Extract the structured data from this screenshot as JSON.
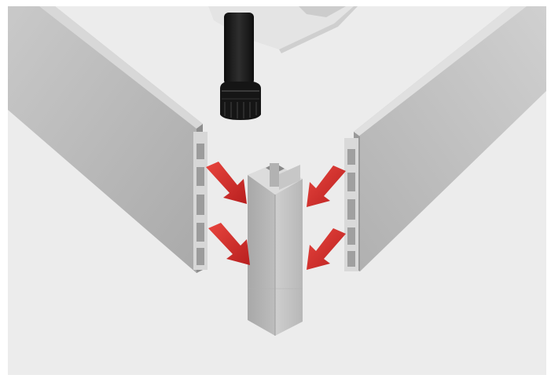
{
  "image": {
    "description_key": "plinth-corner-assembly",
    "colors": {
      "background": "#ececec",
      "panel_face": "#b8b8b8",
      "panel_shadow": "#9a9a9a",
      "panel_edge": "#d6d6d6",
      "connector": "#c4c4c4",
      "leg": "#1a1a1a",
      "cabinet": "#e6e6e6",
      "arrow": "#d42a2a",
      "arrow_dark": "#a31c1c"
    },
    "arrows": [
      {
        "name": "arrow-left-upper",
        "direction": "right-down"
      },
      {
        "name": "arrow-left-lower",
        "direction": "right-down"
      },
      {
        "name": "arrow-right-upper",
        "direction": "left-down"
      },
      {
        "name": "arrow-right-lower",
        "direction": "left-down"
      }
    ]
  }
}
